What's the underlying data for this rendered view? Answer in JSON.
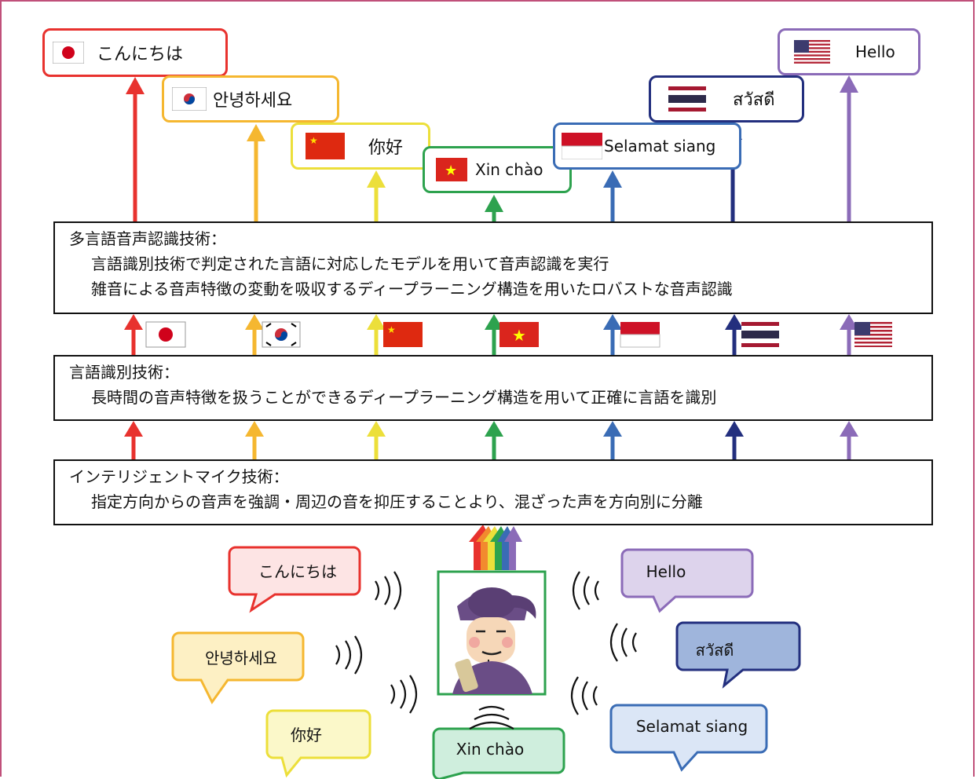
{
  "colors": {
    "ja": "#e8322e",
    "ko": "#f5b730",
    "zh": "#ecdf3a",
    "vi": "#2da24e",
    "id": "#3a6cb5",
    "th": "#232f7e",
    "en": "#8b6bb8",
    "frame": "#c0507a"
  },
  "outputs": {
    "ja": "こんにちは",
    "ko": "안녕하세요",
    "zh": "你好",
    "vi": "Xin chào",
    "id": "Selamat siang",
    "th": "สวัสดี",
    "en": "Hello"
  },
  "panels": {
    "recognition": {
      "title": "多言語音声認識技術：",
      "line1": "言語識別技術で判定された言語に対応したモデルを用いて音声認識を実行",
      "line2": "雑音による音声特徴の変動を吸収するディープラーニング構造を用いたロバストな音声認識"
    },
    "identification": {
      "title": "言語識別技術：",
      "line1": "長時間の音声特徴を扱うことができるディープラーニング構造を用いて正確に言語を識別"
    },
    "microphone": {
      "title": "インテリジェントマイク技術：",
      "line1": "指定方向からの音声を強調・周辺の音を抑圧することより、混ざった声を方向別に分離"
    }
  },
  "bubbles": {
    "ja": "こんにちは",
    "ko": "안녕하세요",
    "zh": "你好",
    "vi": "Xin chào",
    "id": "Selamat siang",
    "th": "สวัสดี",
    "en": "Hello"
  },
  "flags": [
    "japan-flag-icon",
    "korea-flag-icon",
    "china-flag-icon",
    "vietnam-flag-icon",
    "indonesia-flag-icon",
    "thailand-flag-icon",
    "usa-flag-icon"
  ]
}
